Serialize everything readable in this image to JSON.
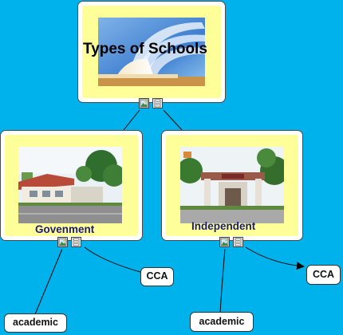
{
  "root": {
    "title": "Types of Schools"
  },
  "children": [
    {
      "title": "Govenment"
    },
    {
      "title": "Independent"
    }
  ],
  "leaves": {
    "gov_cca": "CCA",
    "gov_academic": "academic",
    "ind_cca": "CCA",
    "ind_academic": "academic"
  },
  "icons": [
    "image-icon",
    "notes-icon"
  ],
  "colors": {
    "background": "#00b2ec",
    "card_fill": "#ffff9a",
    "title_dark": "#000000",
    "child_title": "#1a1a7a"
  }
}
